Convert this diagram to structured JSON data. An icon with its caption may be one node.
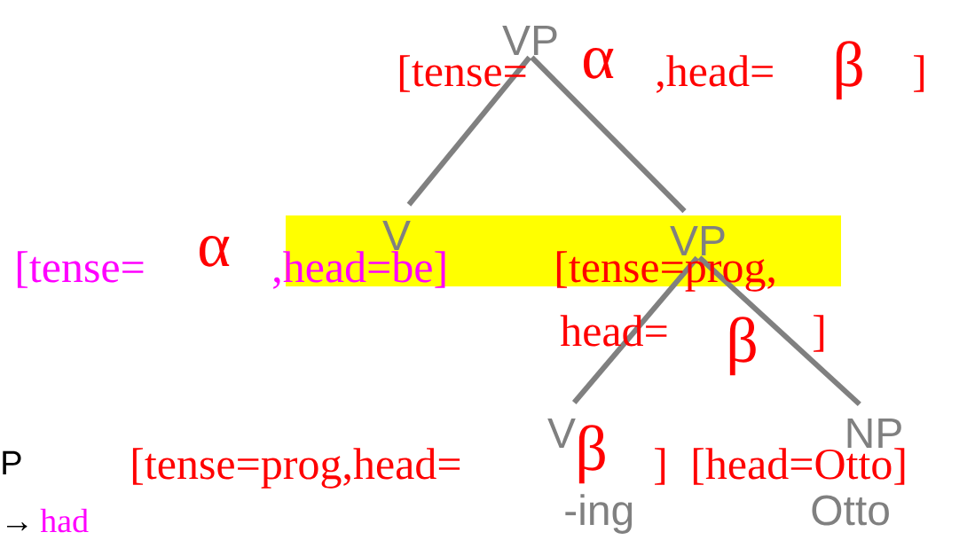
{
  "diagram": {
    "nodes": [
      {
        "text": [
          "VP"
        ],
        "beside": [
          "[tense=",
          "α",
          ",head=",
          "β",
          "]"
        ]
      },
      {
        "text": [
          "V"
        ],
        "beside": [
          "[tense=",
          "α",
          ",head=be]"
        ]
      },
      {
        "text": [
          "VP"
        ],
        "beside": [
          "[tense=prog,",
          "head=",
          "β",
          "]"
        ]
      },
      {
        "text": [
          "V"
        ],
        "beside": [
          "[tense=prog,head=",
          "β",
          "]"
        ]
      },
      {
        "text": [
          "NP"
        ],
        "beside": [
          "[head=Otto]"
        ]
      }
    ],
    "edges": [
      {
        "from": 0,
        "to": 1,
        "arrow": "none"
      },
      {
        "from": 0,
        "to": 2,
        "arrow": "none"
      },
      {
        "from": 2,
        "to": 3,
        "arrow": "none"
      },
      {
        "from": 2,
        "to": 4,
        "arrow": "none"
      }
    ],
    "labels": [
      "-ing",
      "Otto",
      "P",
      "→",
      "had"
    ]
  }
}
